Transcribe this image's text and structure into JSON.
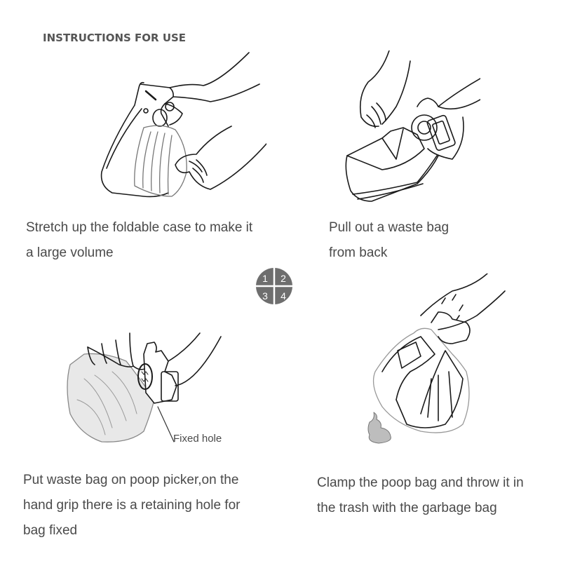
{
  "header": {
    "title": "INSTRUCTIONS FOR USE"
  },
  "steps_badge": {
    "numbers": [
      "1",
      "2",
      "3",
      "4"
    ],
    "color": "#6e6e6e"
  },
  "steps": [
    {
      "number": "1",
      "lines": [
        "Stretch up the foldable case to make it",
        "a large volume"
      ],
      "illustration": "hands-stretching-foldable-case"
    },
    {
      "number": "2",
      "lines": [
        "Pull out a waste bag",
        "from back"
      ],
      "illustration": "hands-pulling-waste-bag"
    },
    {
      "number": "3",
      "lines": [
        "Put waste bag on poop picker,on the",
        "hand grip there is a retaining hole for",
        "bag fixed"
      ],
      "illustration": "hand-fitting-bag-on-picker",
      "callout": "Fixed hole"
    },
    {
      "number": "4",
      "lines": [
        "Clamp the poop bag and throw it in",
        "the trash with the garbage bag"
      ],
      "illustration": "hand-clamping-poop-bag"
    }
  ],
  "colors": {
    "text": "#4a4a4a",
    "title": "#555555",
    "line_art": "#1a1a1a",
    "bag_fill": "#e8e8e8"
  }
}
